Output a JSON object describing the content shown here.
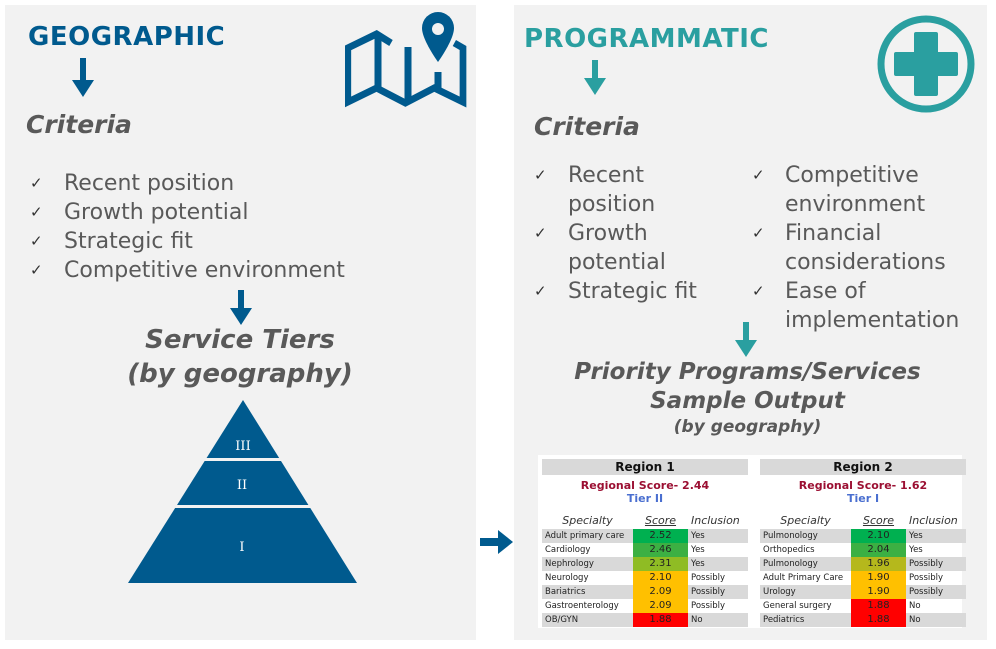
{
  "colors": {
    "geo": "#005a8e",
    "prog": "#2a9fa0",
    "green": "#00b050",
    "green2": "#3cb043",
    "olive": "#8fbc24",
    "olive2": "#b5b81c",
    "amber": "#ffc000",
    "red": "#ff0000"
  },
  "geographic": {
    "title": "GEOGRAPHIC",
    "icon": "map-pin-icon",
    "criteria_label": "Criteria",
    "criteria": [
      "Recent position",
      "Growth potential",
      "Strategic fit",
      "Competitive environment"
    ],
    "tiers_title": "Service Tiers",
    "tiers_sub": "(by geography)",
    "tiers": [
      "III",
      "II",
      "I"
    ]
  },
  "programmatic": {
    "title": "PROGRAMMATIC",
    "icon": "medical-plus-icon",
    "criteria_label": "Criteria",
    "criteria_left": [
      "Recent position",
      "Growth potential",
      "Strategic fit"
    ],
    "criteria_right": [
      "Competitive environment",
      "Financial considerations",
      "Ease of implementation"
    ],
    "output_title": "Priority Programs/Services",
    "output_sub": "Sample Output",
    "output_sub2": "(by geography)"
  },
  "regions": [
    {
      "name": "Region 1",
      "score_label": "Regional Score- 2.44",
      "tier": "Tier II",
      "headers": [
        "Specialty",
        "Score",
        "Inclusion"
      ],
      "rows": [
        [
          "Adult primary care",
          "2.52",
          "Yes",
          "green"
        ],
        [
          "Cardiology",
          "2.46",
          "Yes",
          "green2"
        ],
        [
          "Nephrology",
          "2.31",
          "Yes",
          "olive"
        ],
        [
          "Neurology",
          "2.10",
          "Possibly",
          "amber"
        ],
        [
          "Bariatrics",
          "2.09",
          "Possibly",
          "amber"
        ],
        [
          "Gastroenterology",
          "2.09",
          "Possibly",
          "amber"
        ],
        [
          "OB/GYN",
          "1.88",
          "No",
          "red"
        ]
      ]
    },
    {
      "name": "Region 2",
      "score_label": "Regional Score- 1.62",
      "tier": "Tier I",
      "headers": [
        "Specialty",
        "Score",
        "Inclusion"
      ],
      "rows": [
        [
          "Pulmonology",
          "2.10",
          "Yes",
          "green"
        ],
        [
          "Orthopedics",
          "2.04",
          "Yes",
          "green2"
        ],
        [
          "Pulmonology",
          "1.96",
          "Possibly",
          "olive2"
        ],
        [
          "Adult Primary Care",
          "1.90",
          "Possibly",
          "amber"
        ],
        [
          "Urology",
          "1.90",
          "Possibly",
          "amber"
        ],
        [
          "General surgery",
          "1.88",
          "No",
          "red"
        ],
        [
          "Pediatrics",
          "1.88",
          "No",
          "red"
        ]
      ]
    }
  ]
}
